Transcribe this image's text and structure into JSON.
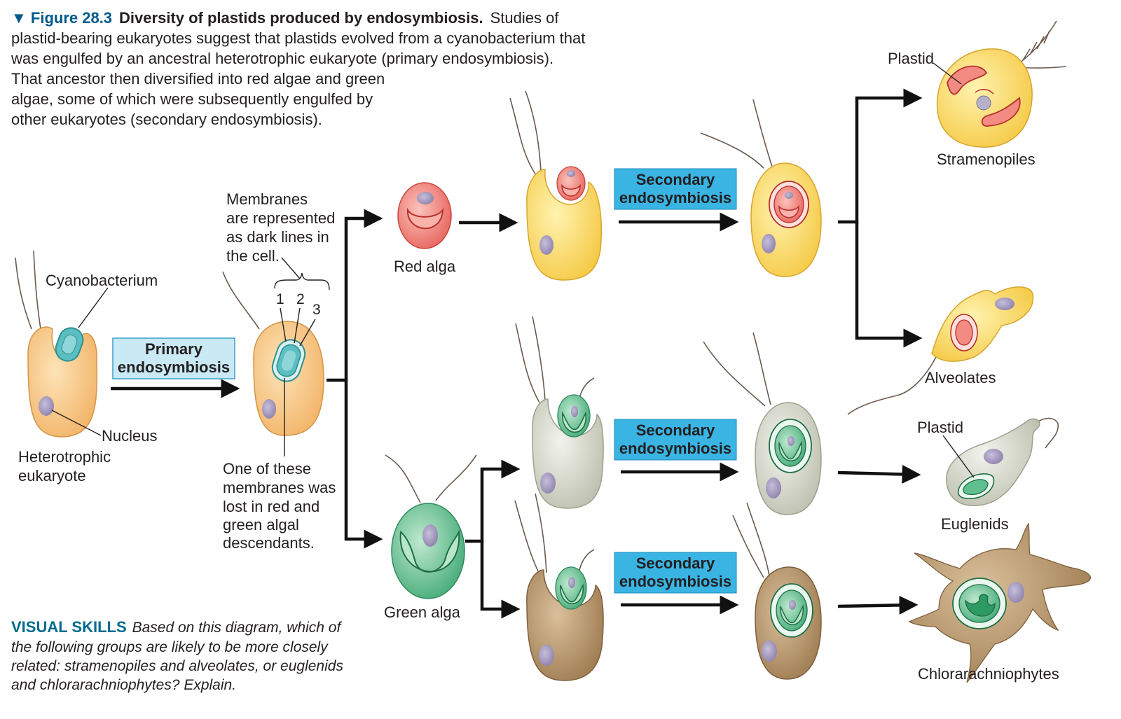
{
  "figure": {
    "number": "▼ Figure 28.3",
    "title": "Diversity of plastids produced by endosymbiosis.",
    "caption_lines": [
      "Studies of",
      "plastid-bearing eukaryotes suggest that plastids evolved from a cyanobacterium that",
      "was engulfed by an ancestral heterotrophic eukaryote (primary endosymbiosis).",
      "That ancestor then diversified into red algae and green",
      "algae, some of which were subsequently engulfed by",
      "other eukaryotes (secondary endosymbiosis)."
    ]
  },
  "labels": {
    "cyanobacterium": "Cyanobacterium",
    "nucleus": "Nucleus",
    "heterotrophic": [
      "Heterotrophic",
      "eukaryote"
    ],
    "membranes_note": [
      "Membranes",
      "are represented",
      "as dark lines in",
      "the cell."
    ],
    "membrane_numbers": [
      "1",
      "2",
      "3"
    ],
    "lost_note": [
      "One of these",
      "membranes was",
      "lost in red and",
      "green algal",
      "descendants."
    ],
    "red_alga": "Red alga",
    "green_alga": "Green alga",
    "plastid_top": "Plastid",
    "plastid_euglenid": "Plastid",
    "stramenopiles": "Stramenopiles",
    "alveolates": "Alveolates",
    "euglenids": "Euglenids",
    "chlorarachniophytes": "Chlorarachniophytes"
  },
  "boxes": {
    "primary": [
      "Primary",
      "endosymbiosis"
    ],
    "secondary_red": [
      "Secondary",
      "endosymbiosis"
    ],
    "secondary_green1": [
      "Secondary",
      "endosymbiosis"
    ],
    "secondary_green2": [
      "Secondary",
      "endosymbiosis"
    ]
  },
  "visual_skills": {
    "heading": "VISUAL SKILLS",
    "lines": [
      "Based on this diagram, which of",
      "the following groups are likely to be more closely",
      "related: stramenopiles and alveolates, or euglenids",
      "and chlorarachniophytes? Explain."
    ]
  },
  "colors": {
    "primary_box": "#c9e9f4",
    "secondary_box": "#3ab4e3",
    "hetero_cell": "#f7c27e",
    "yellow_cell": "#fbd86a",
    "gray_cell": "#d3d5c8",
    "brown_cell": "#b8976c",
    "green_alga": "#5ec08e",
    "red_alga": "#ef7f76",
    "cyano": "#5bbfc1",
    "nucleus": "#9a8fb5"
  }
}
